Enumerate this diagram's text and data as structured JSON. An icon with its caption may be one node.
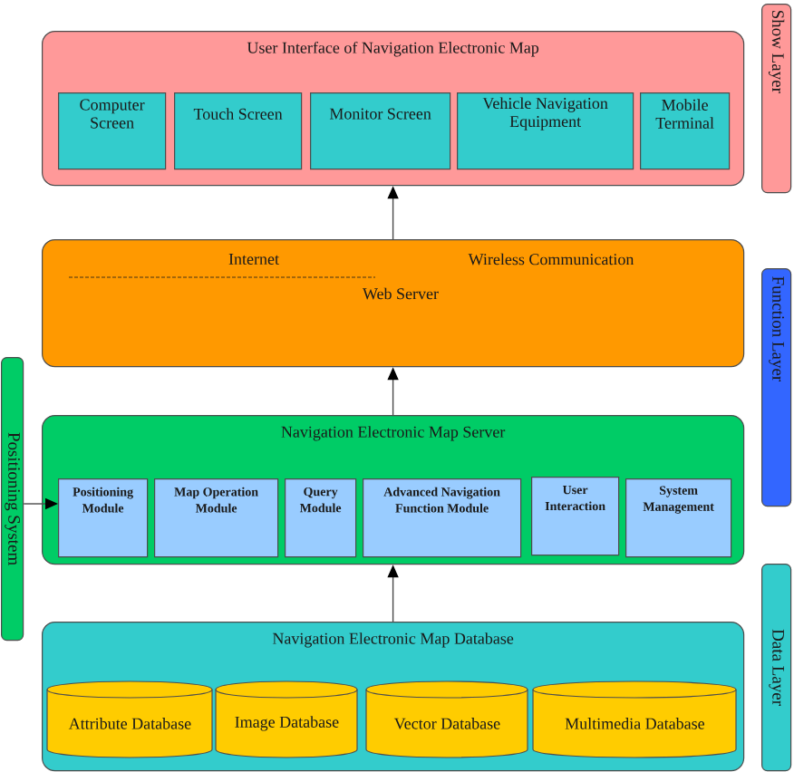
{
  "diagram": {
    "nodes": [
      {
        "text": [
          "User Interface of Navigation Electronic Map"
        ]
      },
      {
        "text": [
          "Computer Screen"
        ],
        "in": 0
      },
      {
        "text": [
          "Touch Screen"
        ],
        "in": 0
      },
      {
        "text": [
          "Monitor Screen"
        ],
        "in": 0
      },
      {
        "text": [
          "Vehicle Navigation Equipment"
        ],
        "in": 0
      },
      {
        "text": [
          "Mobile Terminal"
        ],
        "in": 0
      },
      {
        "text": [
          "Show Layer"
        ]
      },
      {
        "text": [
          "Internet",
          "Wireless Communication",
          "Web Server"
        ]
      },
      {
        "text": [
          "Function Layer"
        ]
      },
      {
        "text": [
          "Positioning System"
        ]
      },
      {
        "text": [
          "Navigation Electronic Map Server"
        ]
      },
      {
        "text": [
          "Positioning Module"
        ],
        "in": 10
      },
      {
        "text": [
          "Map Operation Module"
        ],
        "in": 10
      },
      {
        "text": [
          "Query Module"
        ],
        "in": 10
      },
      {
        "text": [
          "Advanced Navigation Function Module"
        ],
        "in": 10
      },
      {
        "text": [
          "User Interaction"
        ],
        "in": 10
      },
      {
        "text": [
          "System Management"
        ],
        "in": 10
      },
      {
        "text": [
          "Navigation Electronic Map Database"
        ]
      },
      {
        "text": [
          "Attribute Database"
        ],
        "in": 17
      },
      {
        "text": [
          "Image Database"
        ],
        "in": 17
      },
      {
        "text": [
          "Vector Database"
        ],
        "in": 17
      },
      {
        "text": [
          "Multimedia Database"
        ],
        "in": 17
      },
      {
        "text": [
          "Data Layer"
        ]
      }
    ],
    "edges": [
      {
        "from": 7,
        "to": 0,
        "arrow": "to"
      },
      {
        "from": 10,
        "to": 7,
        "arrow": "to"
      },
      {
        "from": 17,
        "to": 10,
        "arrow": "to"
      },
      {
        "from": 9,
        "to": 11,
        "arrow": "to"
      }
    ]
  }
}
